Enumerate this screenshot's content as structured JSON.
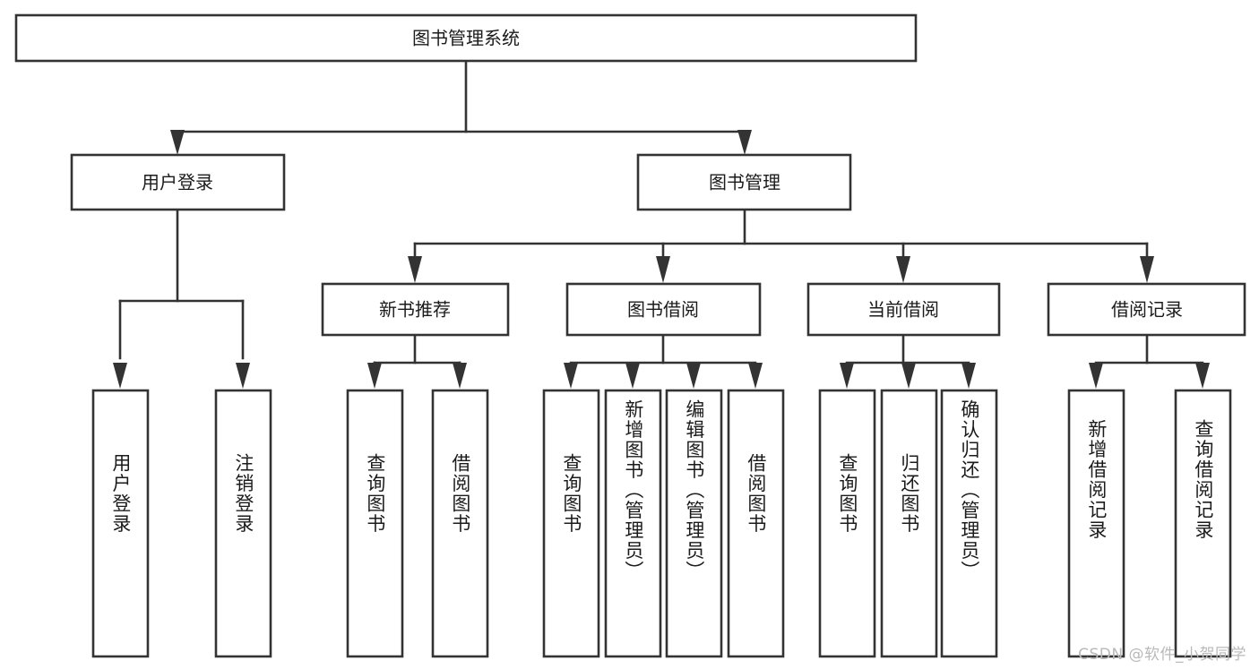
{
  "diagram": {
    "title": "图书管理系统",
    "type": "tree-hierarchy",
    "watermark": "CSDN @软件_小贺同学",
    "colors": {
      "stroke": "#333333",
      "fill": "#ffffff",
      "text": "#1b1b1b",
      "watermark": "#b9b9b9",
      "background": "#ffffff"
    },
    "root": {
      "label": "图书管理系统"
    },
    "level2": [
      {
        "label": "用户登录"
      },
      {
        "label": "图书管理"
      }
    ],
    "level3": [
      {
        "label": "新书推荐"
      },
      {
        "label": "图书借阅"
      },
      {
        "label": "当前借阅"
      },
      {
        "label": "借阅记录"
      }
    ],
    "leaves": {
      "user_login": [
        {
          "label": "用户登录"
        },
        {
          "label": "注销登录"
        }
      ],
      "new_book_recommend": [
        {
          "label": "查询图书"
        },
        {
          "label": "借阅图书"
        }
      ],
      "book_borrow": [
        {
          "label": "查询图书"
        },
        {
          "label": "新增图书（管理员）"
        },
        {
          "label": "编辑图书（管理员）"
        },
        {
          "label": "借阅图书"
        }
      ],
      "current_borrow": [
        {
          "label": "查询图书"
        },
        {
          "label": "归还图书"
        },
        {
          "label": "确认归还（管理员）"
        }
      ],
      "borrow_record": [
        {
          "label": "新增借阅记录"
        },
        {
          "label": "查询借阅记录"
        }
      ]
    }
  }
}
